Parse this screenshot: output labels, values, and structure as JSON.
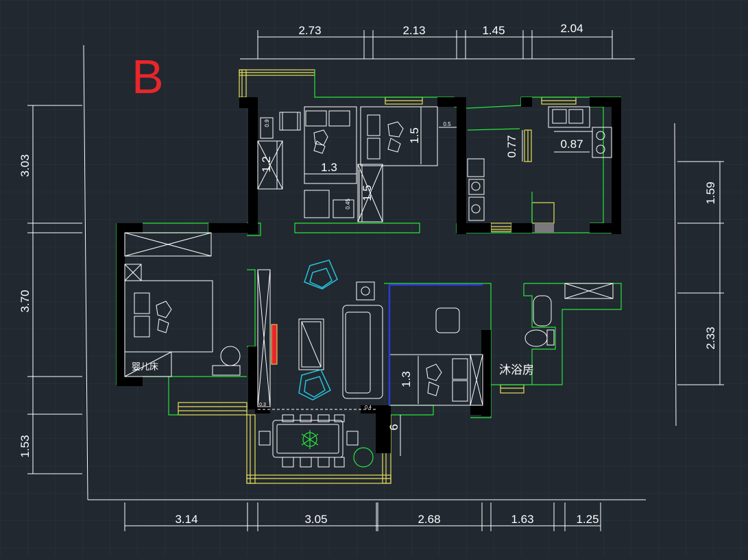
{
  "plan": {
    "label": "B",
    "colors": {
      "background": "#212830",
      "grid": "#2b343e",
      "wall": "#000000",
      "outline": "#27e63a",
      "window": "#e8e05a",
      "furniture": "#ffffff",
      "accent_blue": "#27c3dc",
      "accent_red": "#e8262b",
      "navy": "#2a3bd6",
      "dim": "#ffffff"
    }
  },
  "dims_top": [
    "2.73",
    "2.13",
    "1.45",
    "2.04"
  ],
  "dims_bottom": [
    "3.14",
    "3.05",
    "2.68",
    "1.63",
    "1.25"
  ],
  "dims_left": [
    "3.03",
    "3.70",
    "1.53"
  ],
  "dims_right": [
    "1.59",
    "2.33"
  ],
  "inner_labels": {
    "bedroom1_bed_width": "1.3",
    "bedroom1_wardrobe": "1.2",
    "bedroom1_small": "0.9",
    "bedroom2_bed": "1.5",
    "bedroom2_wardrobe": "1.5",
    "gap_05": "0.5",
    "desk_045": "0.45",
    "kitchen_077": "0.77",
    "kitchen_087": "0.87",
    "master_bed": "1.3",
    "dining_06": "6",
    "living_03": "0.3",
    "living_04": "0.4"
  },
  "room_labels": {
    "crib": "婴儿床",
    "shower": "沐浴房"
  }
}
